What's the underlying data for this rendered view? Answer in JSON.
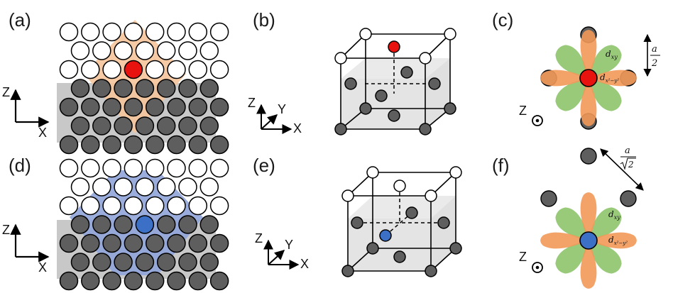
{
  "panels": {
    "a": "(a)",
    "b": "(b)",
    "c": "(c)",
    "d": "(d)",
    "e": "(e)",
    "f": "(f)"
  },
  "axes": {
    "x": "X",
    "y": "Y",
    "z": "Z"
  },
  "orbitals": {
    "dxy_base": "d",
    "dxy_sub": "xy",
    "dx2y2_base": "d",
    "dx2y2_sub": "x²−y²"
  },
  "lattice_param": {
    "numerator": "a",
    "denominator_c": "2",
    "denominator_f_radicand": "2"
  },
  "colors": {
    "orange_region": "#f5c49a",
    "blue_region": "#8fa4d8",
    "substrate": "#c8c8c8",
    "red_atom": "#e8130f",
    "blue_atom": "#3c6fc6",
    "gray_atom": "#5e5e5e",
    "green_lobe": "#8dc46a",
    "orange_lobe": "#f29858"
  }
}
